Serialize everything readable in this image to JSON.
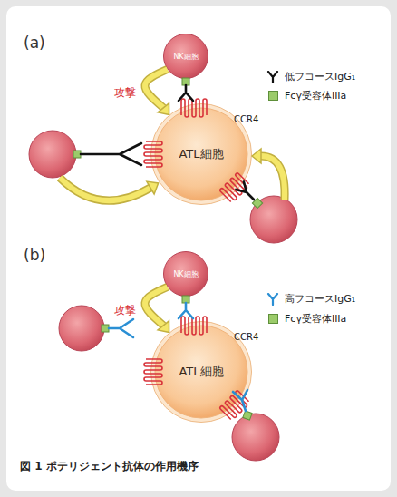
{
  "diagram": {
    "caption": "図 1 ポテリジェント抗体の作用機序",
    "nodes": [
      {
        "text": [
          "NK細胞"
        ]
      },
      {
        "text": [
          "ATL細胞"
        ]
      },
      {
        "text": [
          "NK細胞"
        ]
      },
      {
        "text": [
          "ATL細胞"
        ]
      }
    ],
    "edges": [
      {
        "from": 0,
        "to": 1,
        "arrow": "to",
        "label": "攻撃"
      },
      {
        "from": 2,
        "to": 3,
        "arrow": "to",
        "label": "攻撃"
      }
    ],
    "labels": [
      "(a)",
      "CCR4",
      "(b)",
      "CCR4"
    ],
    "legend": [
      {
        "text": "低フコースIgG₁"
      },
      {
        "text": "Fcγ受容体IIIa",
        "color": "#9bcb6a"
      },
      {
        "text": "高フコースIgG₁"
      },
      {
        "text": "Fcγ受容体IIIa",
        "color": "#9bcb6a"
      }
    ]
  }
}
